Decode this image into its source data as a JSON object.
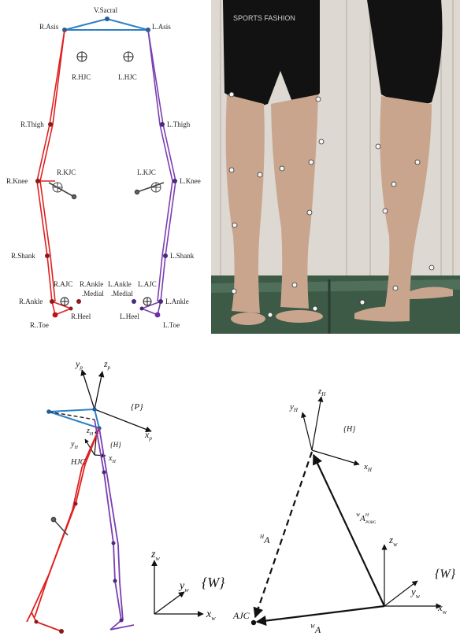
{
  "panel_a": {
    "labels": {
      "v_sacral": "V.Sacral",
      "r_asis": "R.Asis",
      "l_asis": "L.Asis",
      "r_hjc": "R.HJC",
      "l_hjc": "L.HJC",
      "r_thigh": "R.Thigh",
      "l_thigh": "L.Thigh",
      "r_knee": "R.Knee",
      "l_knee": "L.Knee",
      "r_kjc": "R.KJC",
      "l_kjc": "L.KJC",
      "r_shank": "R.Shank",
      "l_shank": "L.Shank",
      "r_ajc": "R.AJC",
      "l_ajc": "L.AJC",
      "r_ankle_medial_1": "R.Ankle",
      "r_ankle_medial_2": ".Medial",
      "l_ankle_medial_1": "L.Ankle",
      "l_ankle_medial_2": ".Medial",
      "r_ankle": "R.Ankle",
      "l_ankle": "L.Ankle",
      "r_heel": "R.Heel",
      "l_heel": "L.Heel",
      "r_toe": "R..Toe",
      "l_toe": "L.Toe"
    }
  },
  "panel_b": {
    "photo_text": "SPORTS FASHION"
  },
  "panel_c": {
    "labels": {
      "yp": "y",
      "yp_sub": "p",
      "zp": "z",
      "zp_sub": "p",
      "xp": "x",
      "xp_sub": "p",
      "frame_p": "{P}",
      "zh": "z",
      "zh_sub": "H",
      "yh": "y",
      "yh_sub": "H",
      "xh": "x",
      "xh_sub": "H",
      "frame_h": "{H}",
      "hjc": "HJC",
      "zw": "z",
      "zw_sub": "w",
      "yw": "y",
      "yw_sub": "w",
      "xw": "x",
      "xw_sub": "w",
      "frame_w": "{W}"
    }
  },
  "panel_d": {
    "labels": {
      "zh": "z",
      "zh_sub": "H",
      "yh": "y",
      "yh_sub": "H",
      "xh": "x",
      "xh_sub": "H",
      "frame_h": "{H}",
      "wa_porg_pre": "W",
      "wa_porg": "A",
      "wa_porg_sup": "H",
      "wa_porg_sub": "PORG",
      "ha_pre": "H",
      "ha": "A",
      "zw": "z",
      "zw_sub": "w",
      "yw": "y",
      "yw_sub": "w",
      "xw": "x",
      "xw_sub": "w",
      "frame_w": "{W}",
      "ajc": "AJC",
      "wa_pre": "W",
      "wa": "A"
    }
  },
  "colors": {
    "right_leg": "#e02020",
    "left_leg": "#7a3fb0",
    "pelvis": "#2f7fc4",
    "marker_dark": "#8b1a1a"
  }
}
